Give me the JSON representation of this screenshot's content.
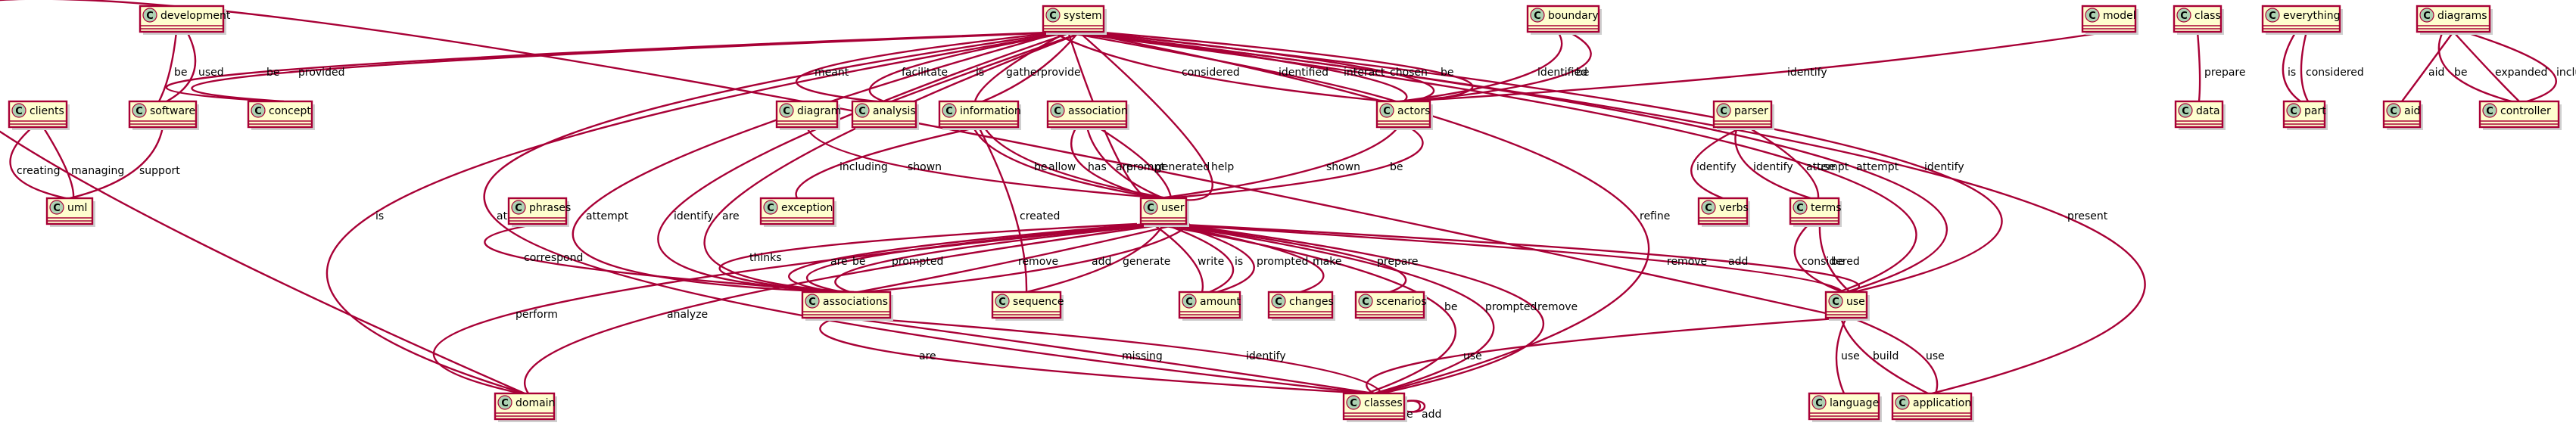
{
  "diagram": {
    "kind": "class-diagram",
    "badge_letter": "C",
    "colors": {
      "edge": "#A80036",
      "node_fill": "#FEFECE",
      "badge": "#ADD1B2"
    },
    "nodes": [
      "development",
      "clients",
      "software",
      "uml",
      "concept",
      "system",
      "analysis",
      "diagram",
      "information",
      "exception",
      "association",
      "user",
      "phrases",
      "associations",
      "sequence",
      "amount",
      "changes",
      "scenarios",
      "domain",
      "classes",
      "boundary",
      "actors",
      "model",
      "parser",
      "verbs",
      "terms",
      "use",
      "language",
      "application",
      "class",
      "data",
      "everything",
      "part",
      "diagrams",
      "aid",
      "controller"
    ],
    "edges": [
      {
        "from": "development",
        "to": "software",
        "label": "be"
      },
      {
        "from": "development",
        "to": "software",
        "label": "used"
      },
      {
        "from": "clients",
        "to": "uml",
        "label": "creating"
      },
      {
        "from": "clients",
        "to": "uml",
        "label": "managing"
      },
      {
        "from": "software",
        "to": "uml",
        "label": "support"
      },
      {
        "from": "system",
        "to": "concept",
        "label": "be"
      },
      {
        "from": "system",
        "to": "concept",
        "label": "provided"
      },
      {
        "from": "system",
        "to": "analysis",
        "label": "meant"
      },
      {
        "from": "system",
        "to": "analysis",
        "label": "facilitate"
      },
      {
        "from": "system",
        "to": "analysis",
        "label": "is"
      },
      {
        "from": "system",
        "to": "information",
        "label": "gather"
      },
      {
        "from": "system",
        "to": "information",
        "label": "provide"
      },
      {
        "from": "system",
        "to": "domain",
        "label": "is"
      },
      {
        "from": "system",
        "to": "classes",
        "label": "attempt"
      },
      {
        "from": "system",
        "to": "associations",
        "label": "attempt"
      },
      {
        "from": "system",
        "to": "associations",
        "label": "identify"
      },
      {
        "from": "system",
        "to": "associations",
        "label": "are"
      },
      {
        "from": "system",
        "to": "user",
        "label": "prompt"
      },
      {
        "from": "system",
        "to": "user",
        "label": "help"
      },
      {
        "from": "system",
        "to": "actors",
        "label": "considered"
      },
      {
        "from": "system",
        "to": "actors",
        "label": "identified"
      },
      {
        "from": "system",
        "to": "actors",
        "label": "interact"
      },
      {
        "from": "system",
        "to": "actors",
        "label": "chosen"
      },
      {
        "from": "system",
        "to": "actors",
        "label": "be"
      },
      {
        "from": "system",
        "to": "classes",
        "label": "refine"
      },
      {
        "from": "system",
        "to": "use",
        "label": "use"
      },
      {
        "from": "system",
        "to": "use",
        "label": "attempt"
      },
      {
        "from": "system",
        "to": "use",
        "label": "identify"
      },
      {
        "from": "system",
        "to": "application",
        "label": "present"
      },
      {
        "from": "diagram",
        "to": "user",
        "label": "shown"
      },
      {
        "from": "information",
        "to": "user",
        "label": "be"
      },
      {
        "from": "information",
        "to": "user",
        "label": "allow"
      },
      {
        "from": "information",
        "to": "exception",
        "label": "including"
      },
      {
        "from": "information",
        "to": "sequence",
        "label": "created"
      },
      {
        "from": "association",
        "to": "user",
        "label": "has"
      },
      {
        "from": "association",
        "to": "user",
        "label": "are"
      },
      {
        "from": "association",
        "to": "user",
        "label": "generated"
      },
      {
        "from": "boundary",
        "to": "actors",
        "label": "identified"
      },
      {
        "from": "boundary",
        "to": "actors",
        "label": "be"
      },
      {
        "from": "model",
        "to": "actors",
        "label": "identify"
      },
      {
        "from": "actors",
        "to": "user",
        "label": "shown"
      },
      {
        "from": "actors",
        "to": "user",
        "label": "be"
      },
      {
        "from": "phrases",
        "to": "associations",
        "label": "correspond"
      },
      {
        "from": "user",
        "to": "associations",
        "label": "thinks"
      },
      {
        "from": "user",
        "to": "associations",
        "label": "are"
      },
      {
        "from": "user",
        "to": "associations",
        "label": "be"
      },
      {
        "from": "user",
        "to": "associations",
        "label": "prompted"
      },
      {
        "from": "user",
        "to": "associations",
        "label": "remove"
      },
      {
        "from": "user",
        "to": "associations",
        "label": "add"
      },
      {
        "from": "user",
        "to": "sequence",
        "label": "generate"
      },
      {
        "from": "user",
        "to": "amount",
        "label": "write"
      },
      {
        "from": "user",
        "to": "amount",
        "label": "is"
      },
      {
        "from": "user",
        "to": "amount",
        "label": "prompted"
      },
      {
        "from": "user",
        "to": "changes",
        "label": "make"
      },
      {
        "from": "user",
        "to": "scenarios",
        "label": "prepare"
      },
      {
        "from": "user",
        "to": "classes",
        "label": "be"
      },
      {
        "from": "user",
        "to": "classes",
        "label": "prompted"
      },
      {
        "from": "user",
        "to": "classes",
        "label": "remove"
      },
      {
        "from": "user",
        "to": "domain",
        "label": "perform"
      },
      {
        "from": "user",
        "to": "domain",
        "label": "analyze"
      },
      {
        "from": "user",
        "to": "use",
        "label": "remove"
      },
      {
        "from": "user",
        "to": "use",
        "label": "add"
      },
      {
        "from": "associations",
        "to": "classes",
        "label": "are"
      },
      {
        "from": "associations",
        "to": "classes",
        "label": "missing"
      },
      {
        "from": "associations",
        "to": "classes",
        "label": "identify"
      },
      {
        "from": "classes",
        "to": "classes",
        "label": "are"
      },
      {
        "from": "classes",
        "to": "classes",
        "label": "add"
      },
      {
        "from": "use",
        "to": "classes",
        "label": "use"
      },
      {
        "from": "use",
        "to": "domain",
        "label": ""
      },
      {
        "from": "parser",
        "to": "verbs",
        "label": "identify"
      },
      {
        "from": "parser",
        "to": "terms",
        "label": "identify"
      },
      {
        "from": "parser",
        "to": "terms",
        "label": "attempt"
      },
      {
        "from": "terms",
        "to": "use",
        "label": "considered"
      },
      {
        "from": "terms",
        "to": "use",
        "label": "be"
      },
      {
        "from": "use",
        "to": "language",
        "label": "use"
      },
      {
        "from": "use",
        "to": "application",
        "label": "build"
      },
      {
        "from": "use",
        "to": "application",
        "label": "use"
      },
      {
        "from": "class",
        "to": "data",
        "label": "prepare"
      },
      {
        "from": "everything",
        "to": "part",
        "label": "is"
      },
      {
        "from": "everything",
        "to": "part",
        "label": "considered"
      },
      {
        "from": "diagrams",
        "to": "aid",
        "label": "aid"
      },
      {
        "from": "diagrams",
        "to": "controller",
        "label": "be"
      },
      {
        "from": "diagrams",
        "to": "controller",
        "label": "expanded"
      },
      {
        "from": "diagrams",
        "to": "controller",
        "label": "include"
      }
    ]
  }
}
